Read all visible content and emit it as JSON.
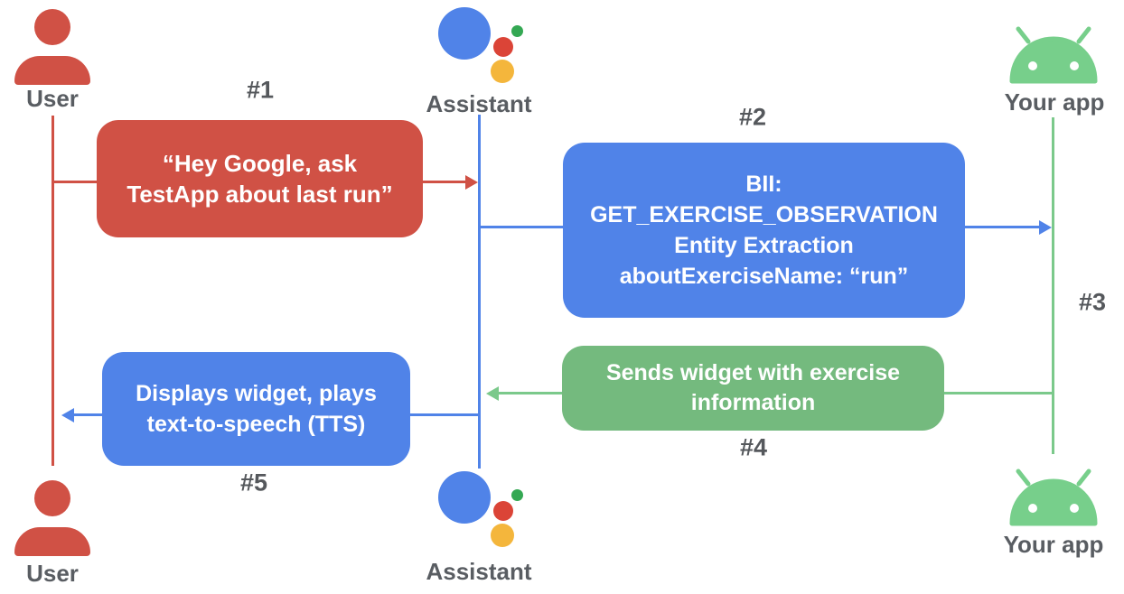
{
  "colors": {
    "red": "#D05145",
    "blue": "#5083E8",
    "green_box": "#74BA7E",
    "android_green": "#77CF8B",
    "label_gray": "#595D62"
  },
  "icons": {
    "user": "person-icon",
    "assistant": "google-assistant-logo",
    "app": "android-robot-icon"
  },
  "actors": {
    "user_top": "User",
    "assistant_top": "Assistant",
    "app_top": "Your app",
    "user_bottom": "User",
    "assistant_bottom": "Assistant",
    "app_bottom": "Your app"
  },
  "steps": {
    "s1": "#1",
    "s2": "#2",
    "s3": "#3",
    "s4": "#4",
    "s5": "#5"
  },
  "messages": {
    "m1": {
      "lines": [
        "“Hey Google, ask",
        "TestApp about last run”"
      ]
    },
    "m2": {
      "lines": [
        "BII:",
        "GET_EXERCISE_OBSERVATION",
        "Entity Extraction",
        "aboutExerciseName: “run”"
      ]
    },
    "m4": {
      "lines": [
        "Sends widget with exercise",
        "information"
      ]
    },
    "m5": {
      "lines": [
        "Displays widget, plays",
        "text-to-speech (TTS)"
      ]
    }
  }
}
